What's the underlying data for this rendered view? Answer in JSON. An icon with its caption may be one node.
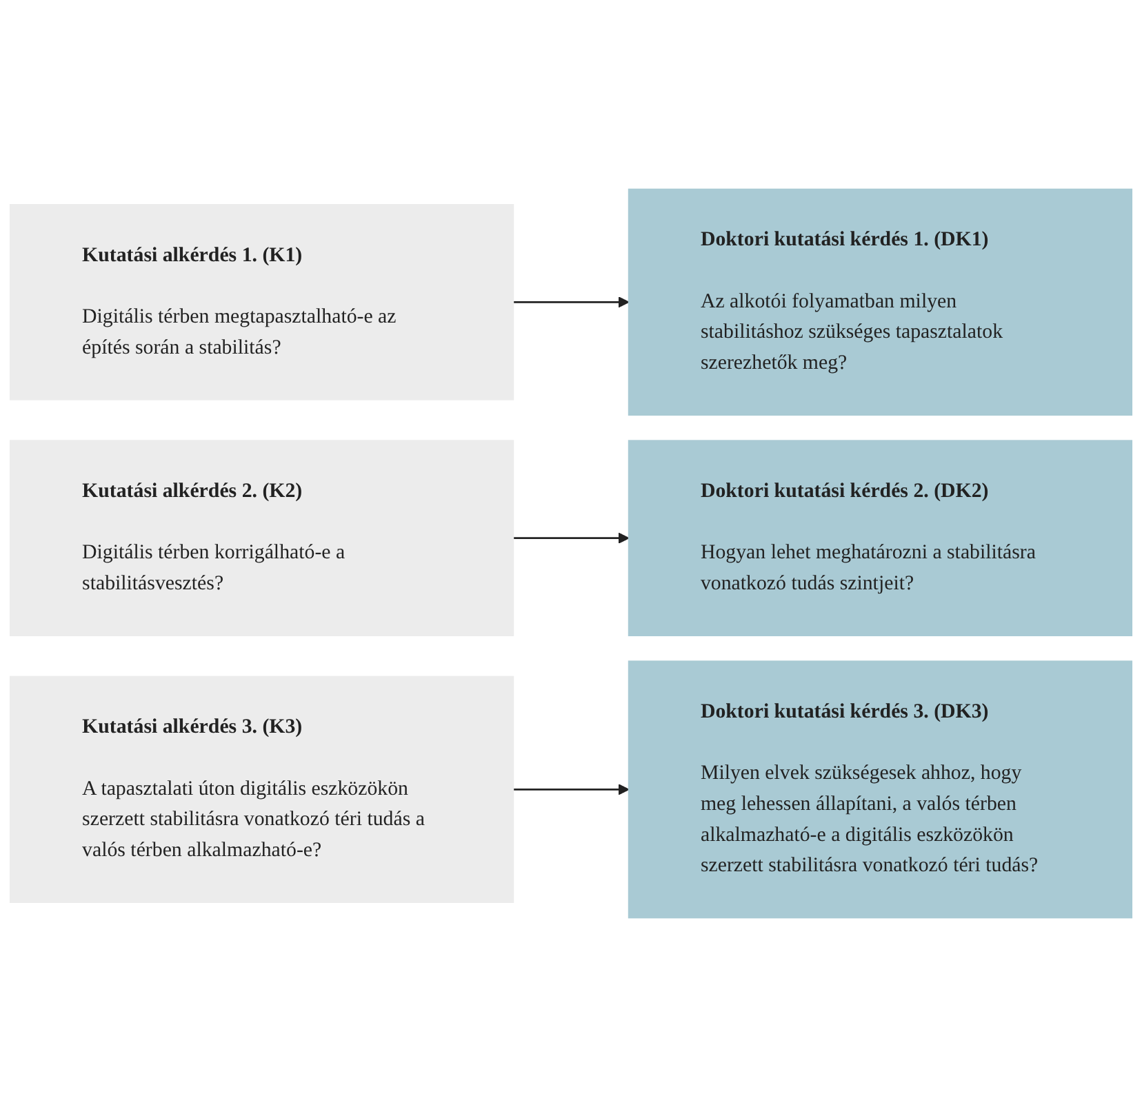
{
  "diagram": {
    "nodes": [
      {
        "text": [
          "Kutatási alkérdés 1. (K1)",
          "Digitális térben megtapasztalható-e az építés során a stabilitás?"
        ]
      },
      {
        "text": [
          "Doktori kutatási kérdés 1. (DK1)",
          "Az alkotói folyamatban milyen stabilitáshoz szükséges tapasztalatok szerezhetők meg?"
        ]
      },
      {
        "text": [
          "Kutatási alkérdés 2. (K2)",
          "Digitális térben korrigálható-e a stabilitásvesztés?"
        ]
      },
      {
        "text": [
          "Doktori kutatási kérdés 2. (DK2)",
          "Hogyan lehet meghatározni a stabilitásra vonatkozó tudás szintjeit?"
        ]
      },
      {
        "text": [
          "Kutatási alkérdés 3. (K3)",
          "A tapasztalati úton digitális eszközökön szerzett stabilitásra vonatkozó téri tudás a valós térben alkalmazható-e?"
        ]
      },
      {
        "text": [
          "Doktori kutatási kérdés 3. (DK3)",
          "Milyen elvek szükségesek ahhoz, hogy meg lehessen állapítani, a valós térben alkalmazható-e a digitális eszközökön szerzett stabilitásra vonatkozó téri tudás?"
        ]
      }
    ],
    "edges": [
      {
        "from": 0,
        "to": 1,
        "arrow": "to"
      },
      {
        "from": 2,
        "to": 3,
        "arrow": "to"
      },
      {
        "from": 4,
        "to": 5,
        "arrow": "to"
      }
    ]
  }
}
